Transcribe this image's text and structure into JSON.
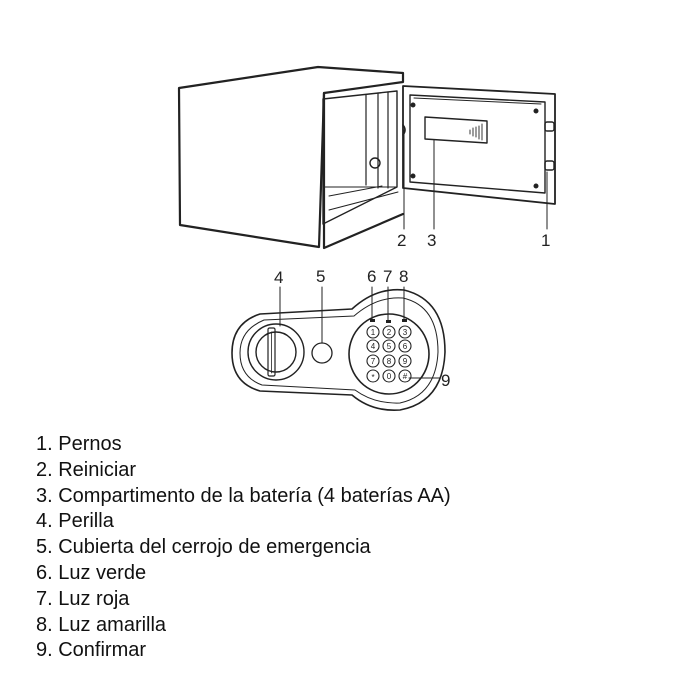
{
  "callouts": {
    "c1": "1",
    "c2": "2",
    "c3": "3",
    "c4": "4",
    "c5": "5",
    "c6": "6",
    "c7": "7",
    "c8": "8",
    "c9": "9"
  },
  "keypad": {
    "keys": [
      "1",
      "2",
      "3",
      "4",
      "5",
      "6",
      "7",
      "8",
      "9",
      "*",
      "0",
      "#"
    ]
  },
  "legend": [
    {
      "num": "1.",
      "label": "Pernos"
    },
    {
      "num": "2.",
      "label": "Reiniciar"
    },
    {
      "num": "3.",
      "label": "Compartimento de la batería (4 baterías AA)"
    },
    {
      "num": "4.",
      "label": "Perilla"
    },
    {
      "num": "5.",
      "label": "Cubierta del cerrojo de emergencia"
    },
    {
      "num": "6.",
      "label": "Luz verde"
    },
    {
      "num": "7.",
      "label": "Luz roja"
    },
    {
      "num": "8.",
      "label": "Luz amarilla"
    },
    {
      "num": "9.",
      "label": "Confirmar"
    }
  ],
  "legend_text": [
    "1. Pernos",
    "2. Reiniciar",
    "3. Compartimento de la batería (4 baterías AA)",
    "4. Perilla",
    "5. Cubierta del cerrojo de emergencia",
    "6. Luz verde",
    "7. Luz roja",
    "8. Luz amarilla",
    "9. Confirmar"
  ]
}
